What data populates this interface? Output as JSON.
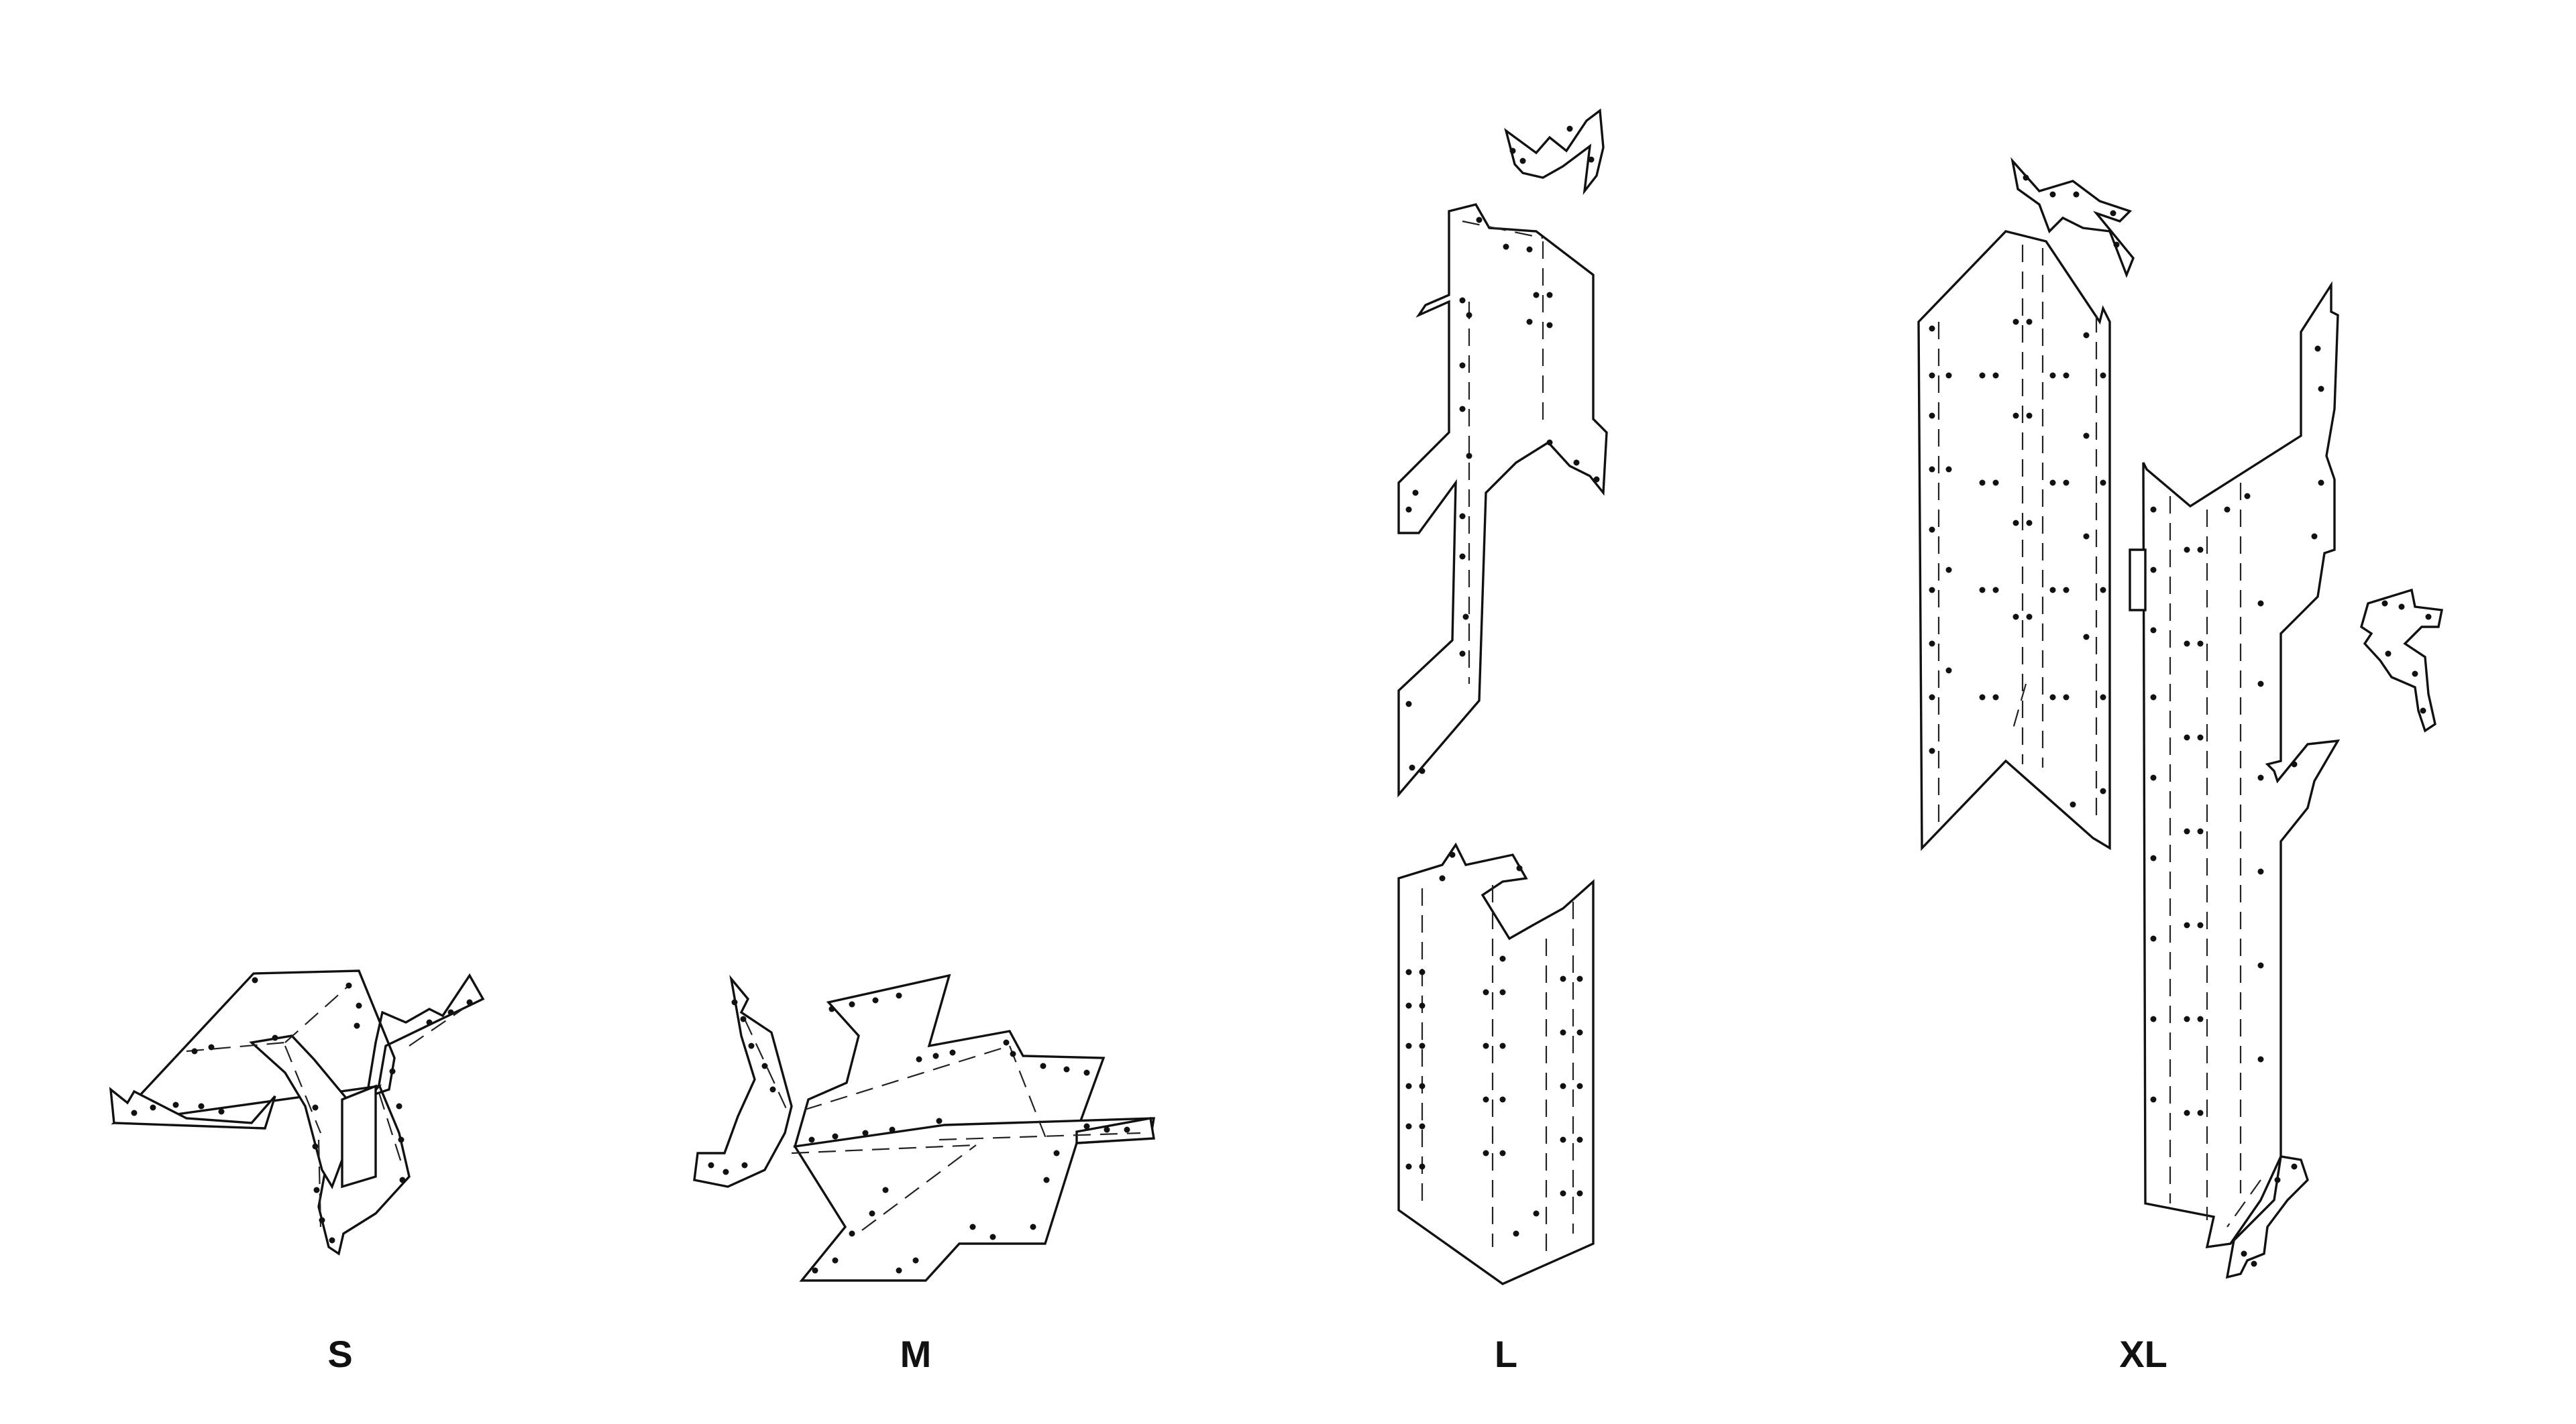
{
  "labels": {
    "s": "S",
    "m": "M",
    "l": "L",
    "xl": "XL"
  },
  "colors": {
    "background": "#ffffff",
    "line": "#111111"
  }
}
